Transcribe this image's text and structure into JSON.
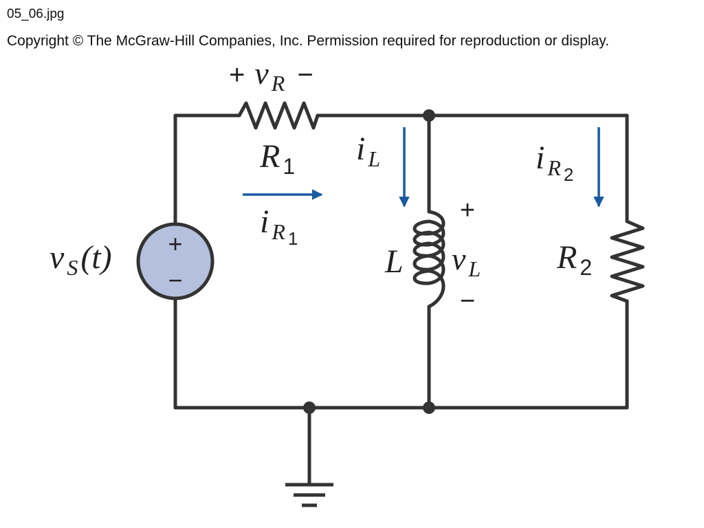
{
  "header": {
    "filename": "05_06.jpg",
    "copyright": "Copyright © The McGraw-Hill Companies, Inc. Permission required for reproduction or display."
  },
  "labels": {
    "vr_plus": "+",
    "vr_var": "v",
    "vr_sub": "R",
    "vr_minus": "−",
    "r1_main": "R",
    "r1_sub": "1",
    "il_main": "i",
    "il_sub": "L",
    "ir1_main": "i",
    "ir1_sub": "R",
    "ir1_subsub": "1",
    "ir2_main": "i",
    "ir2_sub": "R",
    "ir2_subsub": "2",
    "vs_main": "v",
    "vs_sub": "S",
    "vs_arg": "(t)",
    "src_plus": "+",
    "src_minus": "−",
    "l_main": "L",
    "vl_plus": "+",
    "vl_var": "v",
    "vl_sub": "L",
    "vl_minus": "−",
    "r2_main": "R",
    "r2_sub": "2"
  },
  "colors": {
    "wire": "#333333",
    "arrow": "#1a5aa0",
    "source_fill": "#b4c0dd"
  }
}
